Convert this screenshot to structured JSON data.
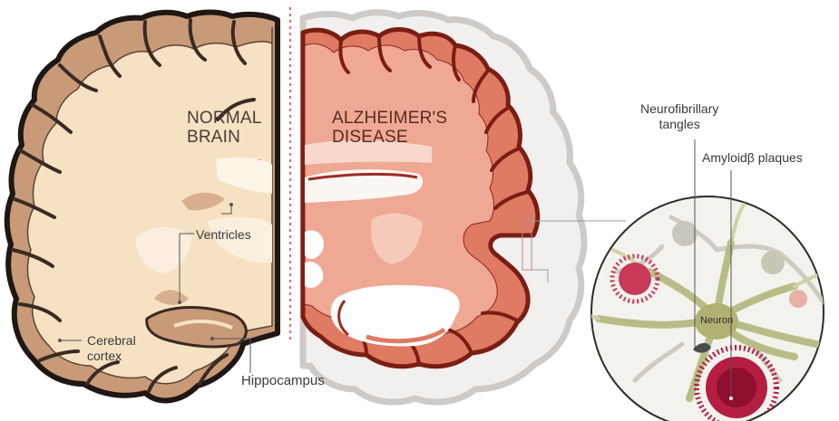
{
  "normal_brain": {
    "title_line1": "NORMAL",
    "title_line2": "BRAIN",
    "labels": {
      "ventricles": "Ventricles",
      "cerebral_cortex_line1": "Cerebral",
      "cerebral_cortex_line2": "cortex",
      "hippocampus": "Hippocampus"
    }
  },
  "alzheimers_brain": {
    "title_line1": "ALZHEIMER'S",
    "title_line2": "DISEASE"
  },
  "magnified_view": {
    "neurofibrillary_line1": "Neurofibrillary",
    "neurofibrillary_line2": "tangles",
    "amyloid": "Amyloidβ plaques",
    "neuron": "Neuron"
  },
  "colors": {
    "normal_outline": "#1e1714",
    "normal_cortex": "#c89a78",
    "normal_white": "#f6e2c2",
    "alz_outline": "#7a1e14",
    "alz_cortex": "#df7a63",
    "alz_white": "#efa893",
    "plaque": "#b51d43",
    "divider": "#d33c3c"
  }
}
